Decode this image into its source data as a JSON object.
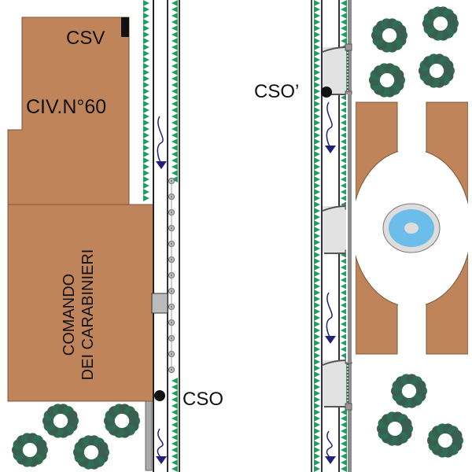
{
  "labels": {
    "csv": "CSV",
    "civ": "CIV.N°60",
    "comando_line1": "COMANDO",
    "comando_line2": "DEI CARABINIERI",
    "cso": "CSO",
    "cso_prime": "CSO’"
  },
  "colors": {
    "building": "#c0845a",
    "hedge": "#1e9e5a",
    "tree": "#3a5e52",
    "arrow": "#22207a",
    "water": "#6cbde9",
    "duct": "#e2e2e2",
    "wall": "#8c8c8c"
  },
  "icons": [
    "tree-icon",
    "flow-arrow-icon",
    "manhole-icon",
    "fountain-icon"
  ]
}
